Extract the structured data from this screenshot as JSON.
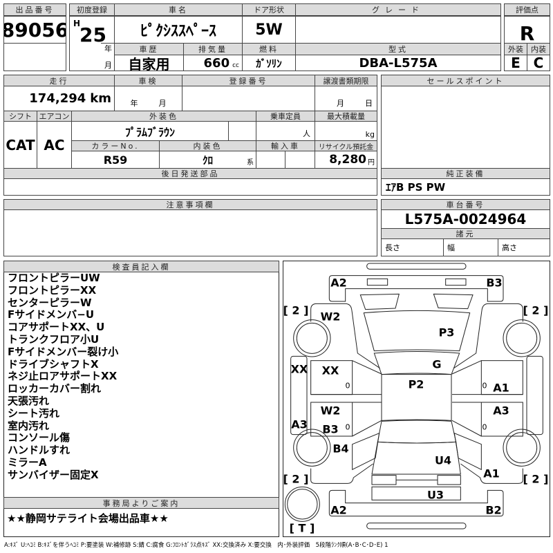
{
  "header": {
    "lot_label": "出品番号",
    "lot_value": "89056",
    "first_reg_label": "初度登録",
    "era": "H",
    "year": "25",
    "year_unit": "年",
    "month_unit": "月",
    "car_name_label": "車名",
    "car_name": "ﾋﾟｸｼｽｽﾍﾟｰｽ",
    "door_label": "ドア形状",
    "door": "5W",
    "grade_label": "グレード",
    "grade": "",
    "history_label": "車歴",
    "history": "自家用",
    "displacement_label": "排気量",
    "displacement": "660",
    "displacement_unit": "cc",
    "fuel_label": "燃料",
    "fuel": "ｶﾞｿﾘﾝ",
    "model_label": "型式",
    "model": "DBA-L575A",
    "score_label": "評価点",
    "score": "R",
    "exterior_label": "外装",
    "exterior": "E",
    "interior_label": "内装",
    "interior": "C"
  },
  "details": {
    "mileage_label": "走行",
    "mileage": "174,294",
    "mileage_unit": "km",
    "inspection_label": "車検",
    "inspection_year": "年",
    "inspection_month": "月",
    "reg_no_label": "登録番号",
    "transfer_label": "譲渡書類期限",
    "transfer_month": "月",
    "transfer_day": "日",
    "shift_label": "シフト",
    "shift": "CAT",
    "ac_label": "エアコン",
    "ac": "AC",
    "color_label": "外装色",
    "color": "ﾌﾟﾗﾑﾌﾞﾗｳﾝ",
    "capacity_label": "乗車定員",
    "capacity_unit": "人",
    "load_label": "最大積載量",
    "load_unit": "kg",
    "color_no_label": "カラーNo.",
    "color_no": "R59",
    "interior_color_label": "内装色",
    "interior_color": "ｸﾛ",
    "interior_color_suffix": "系",
    "import_label": "輸入車",
    "recycle_label": "リサイクル預託金",
    "recycle": "8,280",
    "recycle_unit": "円",
    "later_parts_label": "後日発送部品",
    "sales_point_label": "セールスポイント",
    "equipment_label": "純正装備",
    "equipment": "ｴｱB PS PW",
    "caution_label": "注意事項欄",
    "chassis_label": "車台番号",
    "chassis": "L575A-0024964",
    "specs_label": "諸元",
    "length_label": "長さ",
    "width_label": "幅",
    "height_label": "高さ"
  },
  "inspector": {
    "label": "検査員記入欄",
    "notes": [
      "フロントピラーUW",
      "フロントピラーXX",
      "センターピラーW",
      "Fサイドメンバ−U",
      "コアサポートXX、U",
      "トランクフロア小U",
      "Fサイドメンバー裂け小",
      "ドライブシャフトX",
      "ネジ止ロアサポートXX",
      "ロッカーカバー割れ",
      "天張汚れ",
      "シート汚れ",
      "室内汚れ",
      "コンソール傷",
      "ハンドルすれ",
      "ミラーA",
      "サンバイザー固定X"
    ]
  },
  "office": {
    "label": "事務局よりご案内",
    "message": "★★静岡サテライト会場出品車★★"
  },
  "diagram": {
    "marks": {
      "front_left_bumper": "A2",
      "front_right_bumper": "B3",
      "fl_tire": "[ 2 ]",
      "fr_tire": "[ 2 ]",
      "fl_fender": "W2",
      "hood": "P3",
      "windshield": "G",
      "left_sill": "XX",
      "fl_door": "XX",
      "roof": "P2",
      "fr_door": "A1",
      "rl_door": "W2",
      "rr_door": "A3",
      "left_rear_sill": "A3",
      "rl_door2": "B3",
      "rl_quarter": "B4",
      "trunk": "U4",
      "rr_quarter": "A1",
      "rl_tire": "[ 2 ]",
      "rr_tire": "[ 2 ]",
      "rear_panel": "U3",
      "rear_left_bumper": "A2",
      "rear_right_bumper": "B2",
      "spare": "[ T ]",
      "zero": "0"
    }
  },
  "legend": "A:ｷｽﾞ U:ﾍｺﾐ B:ｷｽﾞを伴うﾍｺﾐ P:要塗装 W:補修跡 S:錆 C:腐食 G:ﾌﾛﾝﾄｶﾞﾗｽ点ｷｽﾞ XX:交換済み X:要交換　内･外装評価　5段階ﾗﾝｸ順(A･B･C･D･E) 1"
}
